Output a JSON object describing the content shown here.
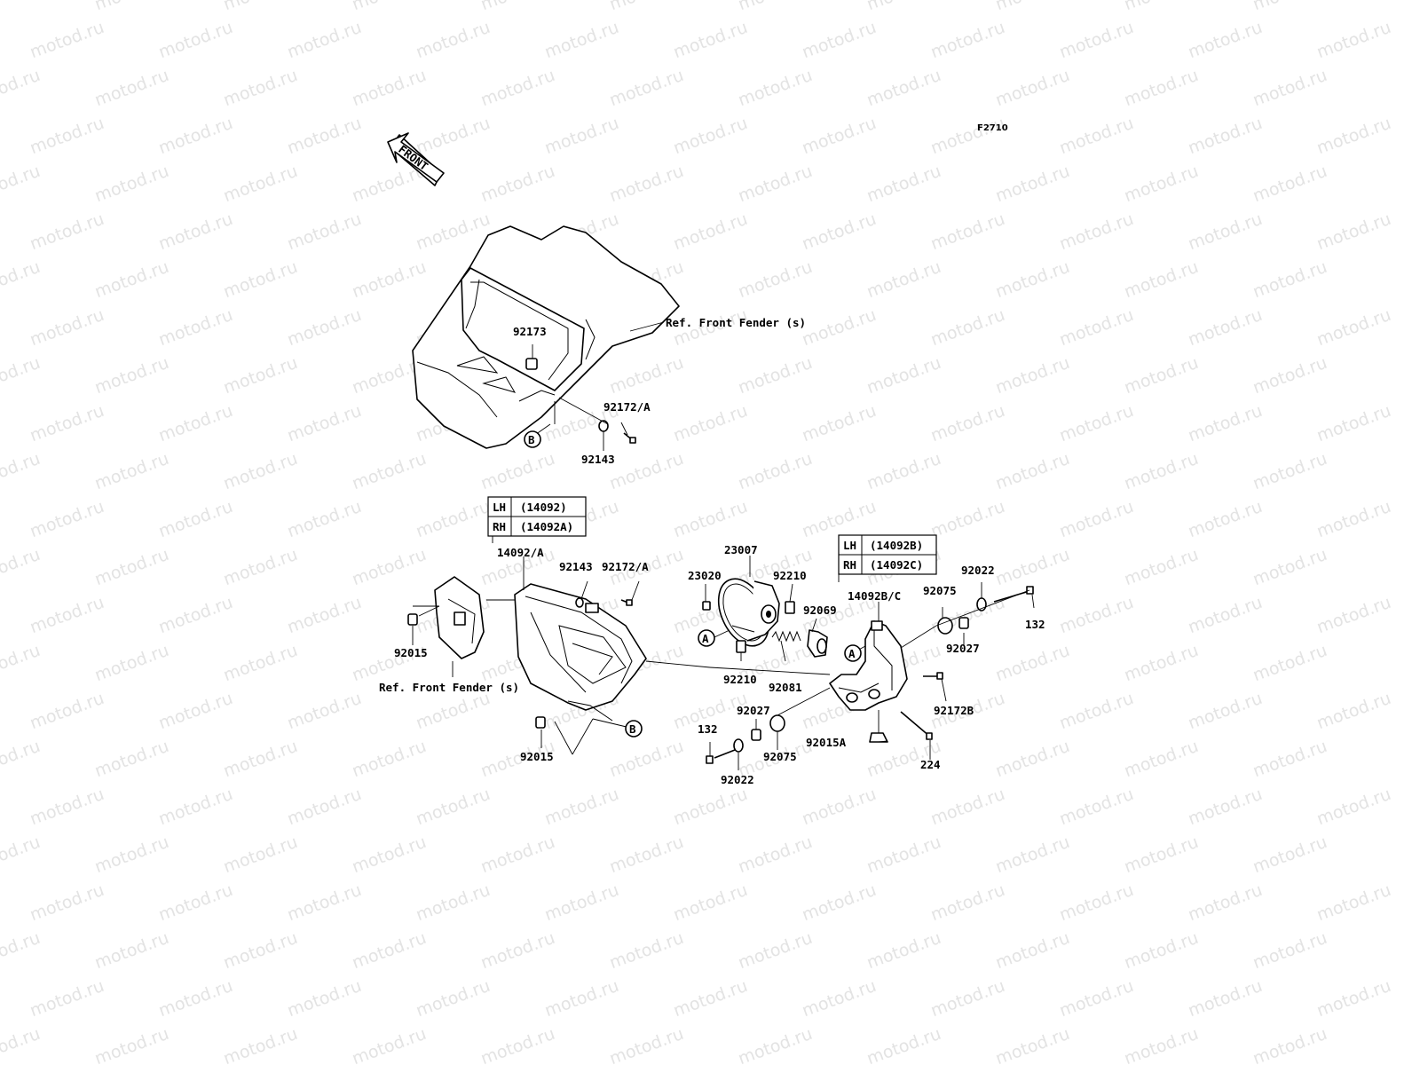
{
  "watermark_text": "motod.ru",
  "figure_code": "F2710",
  "front_arrow_label": "FRONT",
  "top_assembly": {
    "ref_label": "Ref. Front Fender (s)",
    "parts": [
      "92173",
      "92172/A",
      "92143"
    ],
    "callout": "B"
  },
  "lh_rh_table_left": {
    "rows": [
      {
        "side": "LH",
        "part": "(14092)"
      },
      {
        "side": "RH",
        "part": "(14092A)"
      }
    ]
  },
  "lh_rh_table_right": {
    "rows": [
      {
        "side": "LH",
        "part": "(14092B)"
      },
      {
        "side": "RH",
        "part": "(14092C)"
      }
    ]
  },
  "left_assembly": {
    "ref_label": "Ref. Front Fender (s)",
    "parts": [
      "14092/A",
      "92143",
      "92172/A",
      "92015",
      "92015"
    ],
    "callout": "B"
  },
  "lamp_assembly": {
    "parts": [
      "23007",
      "23020",
      "92210",
      "92069",
      "92210",
      "92081"
    ],
    "callouts": [
      "A",
      "A"
    ]
  },
  "right_assembly": {
    "parts": [
      "14092B/C",
      "92075",
      "92022",
      "132",
      "92027",
      "92172B",
      "92015A",
      "224",
      "92027",
      "92075",
      "132",
      "92022"
    ]
  }
}
